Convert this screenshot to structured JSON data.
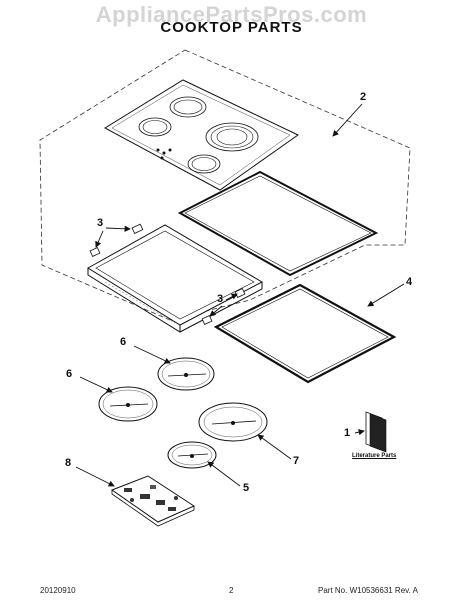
{
  "watermark": "AppliancePartsPros.com",
  "title": "COOKTOP PARTS",
  "callouts": {
    "c2": "2",
    "c3a": "3",
    "c3b": "3",
    "c4": "4",
    "c6a": "6",
    "c6b": "6",
    "c7": "7",
    "c1": "1",
    "c5": "5",
    "c8": "8"
  },
  "literature_label": "Literature Parts",
  "footer": {
    "date": "20120910",
    "page": "2",
    "part_no": "Part No. W10536631  Rev. A"
  }
}
